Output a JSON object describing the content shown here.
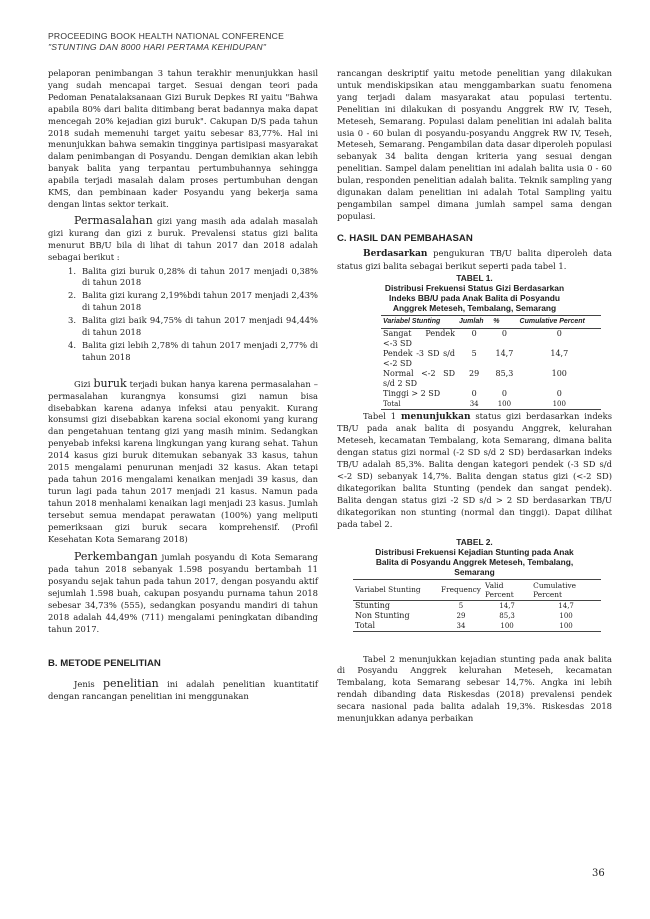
{
  "header": {
    "line1": "PROCEEDING BOOK HEALTH NATIONAL CONFERENCE",
    "line2": "\"STUNTING DAN 8000 HARI PERTAMA KEHIDUPAN\""
  },
  "left": {
    "p1": "pelaporan penimbangan 3 tahun terakhir menunjukkan hasil yang sudah mencapai target. Sesuai dengan teori pada Pedoman Penatalaksanaan Gizi Buruk Depkes RI yaitu \"Bahwa apabila 80% dari balita ditimbang berat badannya maka dapat mencegah 20% kejadian gizi buruk\". Cakupan D/S pada tahun 2018 sudah memenuhi target yaitu sebesar 83,77%. Hal ini menunjukkan bahwa semakin tingginya partisipasi masyarakat dalam penimbangan di Posyandu. Dengan demikian akan lebih banyak balita yang terpantau pertumbuhannya sehingga apabila terjadi masalah dalam proses pertumbuhan dengan KMS, dan pembinaan kader Posyandu yang bekerja sama dengan lintas sektor terkait.",
    "p2_lead": "Permasalahan",
    "p2_rest": " gizi yang masih ada adalah masalah gizi kurang dan gizi z buruk. Prevalensi status gizi balita menurut BB/U bila di lihat di tahun 2017 dan 2018 adalah sebagai berikut :",
    "list": [
      {
        "n": "1.",
        "text": "Balita gizi buruk 0,28% di tahun 2017 menjadi 0,38% di tahun 2018"
      },
      {
        "n": "2.",
        "text": "Balita gizi kurang 2,19%bdi tahun 2017 menjadi 2,43% di tahun 2018"
      },
      {
        "n": "3.",
        "text": "Balita gizi baik 94,75% di tahun 2017 menjadi 94,44% di tahun 2018"
      },
      {
        "n": "4.",
        "text": "Balita gizi lebih 2,78% di tahun 2017 menjadi 2,77% di tahun 2018"
      }
    ],
    "p3_a": "Gizi ",
    "p3_lead": "buruk",
    "p3_rest": " terjadi bukan hanya karena permasalahan – permasalahan kurangnya konsumsi gizi namun bisa disebabkan karena adanya infeksi atau penyakit. Kurang konsumsi gizi disebabkan karena social ekonomi yang kurang dan pengetahuan tentang gizi yang masih minim. Sedangkan penyebab infeksi karena lingkungan yang kurang sehat. Tahun 2014 kasus gizi buruk ditemukan sebanyak 33 kasus, tahun 2015 mengalami penurunan menjadi 32 kasus. Akan tetapi pada tahun 2016 mengalami kenaikan menjadi 39 kasus, dan turun lagi pada tahun 2017 menjadi 21 kasus. Namun pada tahun 2018 menhalami kenaikan lagi menjadi 23 kasus. Jumlah tersebut semua mendapat perawatan (100%) yang meliputi pemeriksaan gizi buruk secara komprehensif. (Profil Kesehatan Kota Semarang 2018)",
    "p4_lead": "Perkembangan",
    "p4_rest": " jumlah posyandu di Kota Semarang pada tahun 2018 sebanyak 1.598 posyandu bertambah 11 posyandu sejak tahun pada tahun 2017, dengan posyandu aktif sejumlah 1.598 buah, cakupan posyandu purnama tahun 2018 sebesar 34,73% (555), sedangkan posyandu mandiri di tahun 2018 adalah 44,49% (711) mengalami peningkatan dibanding tahun 2017.",
    "sec_b": "B.   METODE PENELITIAN",
    "p5_a": "Jenis ",
    "p5_lead": "penelitian",
    "p5_rest": " ini adalah penelitian kuantitatif dengan rancangan penelitian ini menggunakan"
  },
  "right": {
    "p1": "rancangan deskriptif yaitu metode penelitian yang dilakukan untuk mendiskipsikan atau menggambarkan suatu fenomena yang terjadi dalam masyarakat atau populasi tertentu. Penelitian ini dilakukan di posyandu Anggrek RW IV, Teseh, Meteseh, Semarang. Populasi dalam penelitian ini adalah balita usia 0 - 60 bulan di posyandu-posyandu Anggrek RW IV, Teseh, Meteseh, Semarang. Pengambilan data dasar diperoleh populasi sebanyak 34 balita dengan kriteria yang sesuai dengan penelitian. Sampel dalam penelitian ini adalah balita usia 0 - 60 bulan, responden penelitian adalah balita. Teknik sampling yang digunakan dalam penelitian ini adalah Total Sampling yaitu pengambilan sampel dimana jumlah sampel sama dengan populasi.",
    "sec_c": "C.   HASIL DAN PEMBAHASAN",
    "p2_lead": "Berdasarkan",
    "p2_rest": " pengukuran TB/U balita diperoleh data status gizi balita sebagai berikut seperti pada tabel 1.",
    "table1": {
      "caption": [
        "TABEL 1.",
        "Distribusi Frekuensi Status Gizi Berdasarkan",
        "Indeks BB/U pada Anak Balita di Posyandu",
        "Anggrek Meteseh, Tembalang, Semarang"
      ],
      "headers": [
        "Variabel Stunting",
        "Jumlah",
        "%",
        "Cumulative Percent"
      ],
      "rows": [
        [
          "Sangat Pendek <-3 SD",
          "0",
          "0",
          "0"
        ],
        [
          "Pendek -3 SD s/d <-2 SD",
          "5",
          "14,7",
          "14,7"
        ],
        [
          "Normal <-2 SD s/d 2 SD",
          "29",
          "85,3",
          "100"
        ],
        [
          "Tinggi > 2 SD",
          "0",
          "0",
          "0"
        ]
      ],
      "total": [
        "Total",
        "34",
        "100",
        "100"
      ]
    },
    "p3_a": "Tabel 1 ",
    "p3_lead": "menunjukkan",
    "p3_rest": " status gizi berdasarkan indeks TB/U pada anak balita di posyandu Anggrek, kelurahan Meteseh, kecamatan Tembalang, kota Semarang, dimana balita dengan status gizi normal (-2 SD s/d 2 SD) berdasarkan indeks TB/U adalah 85,3%. Balita dengan kategori pendek (-3 SD s/d <-2 SD) sebanyak 14,7%. Balita dengan status gizi (<-2 SD) dikategorikan balita Stunting (pendek dan sangat pendek). Balita dengan status gizi -2 SD s/d > 2 SD berdasarkan TB/U dikategorikan non stunting (normal dan tinggi). Dapat dilihat pada tabel 2.",
    "table2": {
      "caption": [
        "TABEL 2.",
        "Distribusi Frekuensi Kejadian Stunting pada Anak",
        "Balita di Posyandu Anggrek Meteseh, Tembalang,",
        "Semarang"
      ],
      "headers": [
        "Variabel Stunting",
        "Frequency",
        "Valid Percent",
        "Cumulative Percent"
      ],
      "rows": [
        [
          "Stunting",
          "5",
          "14,7",
          "14,7"
        ],
        [
          "Non Stunting",
          "29",
          "85,3",
          "100"
        ]
      ],
      "total": [
        "Total",
        "34",
        "100",
        "100"
      ]
    },
    "p4": "Tabel 2 menunjukkan kejadian stunting pada anak balita di Posyandu Anggrek kelurahan Meteseh, kecamatan Tembalang, kota Semarang sebesar 14,7%. Angka ini lebih rendah dibanding data Riskesdas (2018) prevalensi pendek secara nasional pada balita adalah 19,3%. Riskesdas 2018 menunjukkan adanya perbaikan"
  },
  "page_number": "36"
}
